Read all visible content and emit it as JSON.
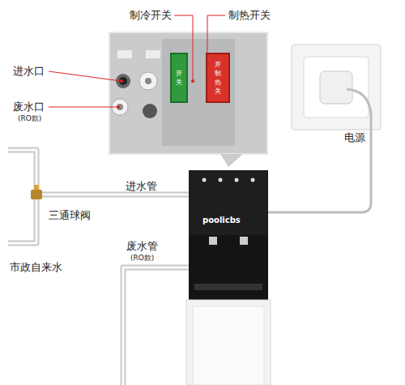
{
  "diagram": {
    "nodes": [
      {
        "text": [
          "开 关"
        ]
      },
      {
        "text": [
          "开 制热 关"
        ]
      }
    ],
    "labels": [
      "制冷开关",
      "制热开关",
      "进水口",
      "废水口",
      "(RO款)",
      "电源",
      "进水管",
      "三通球阀",
      "废水管",
      "(RO款)",
      "市政自来水",
      "poolicbs"
    ]
  }
}
